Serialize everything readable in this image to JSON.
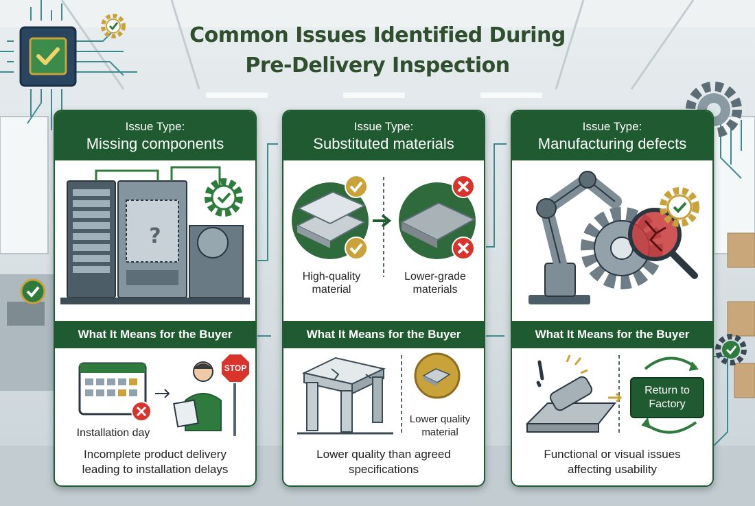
{
  "title_line1": "Common Issues Identified During",
  "title_line2": "Pre-Delivery Inspection",
  "cards": [
    {
      "issue_label": "Issue Type:",
      "issue_type": "Missing components",
      "buyer_heading": "What It Means for the Buyer",
      "labels": [
        "Installation day",
        "STOP"
      ],
      "description_line1": "Incomplete product delivery",
      "description_line2": "leading to installation delays"
    },
    {
      "issue_label": "Issue Type:",
      "issue_type": "Substituted materials",
      "buyer_heading": "What It Means for the Buyer",
      "labels": [
        "High-quality",
        "material",
        "Lower-grade",
        "materials",
        "Lower quality",
        "material"
      ],
      "description_line1": "Lower quality than agreed",
      "description_line2": "specifications"
    },
    {
      "issue_label": "Issue Type:",
      "issue_type": "Manufacturing defects",
      "buyer_heading": "What It Means for the Buyer",
      "labels": [
        "Return to",
        "Factory"
      ],
      "description_line1": "Functional or visual issues",
      "description_line2": "affecting usability"
    }
  ],
  "colors": {
    "primary_green": "#1f5a30",
    "check_gold": "#c9a23a",
    "error_red": "#d9342b"
  },
  "icons": [
    "circuit-chip-check-icon",
    "gear-check-icon",
    "question-mark-icon",
    "check-icon",
    "x-icon",
    "robot-arm-icon",
    "magnifier-crack-icon",
    "calendar-icon",
    "stop-sign-icon",
    "cycle-arrows-icon"
  ]
}
